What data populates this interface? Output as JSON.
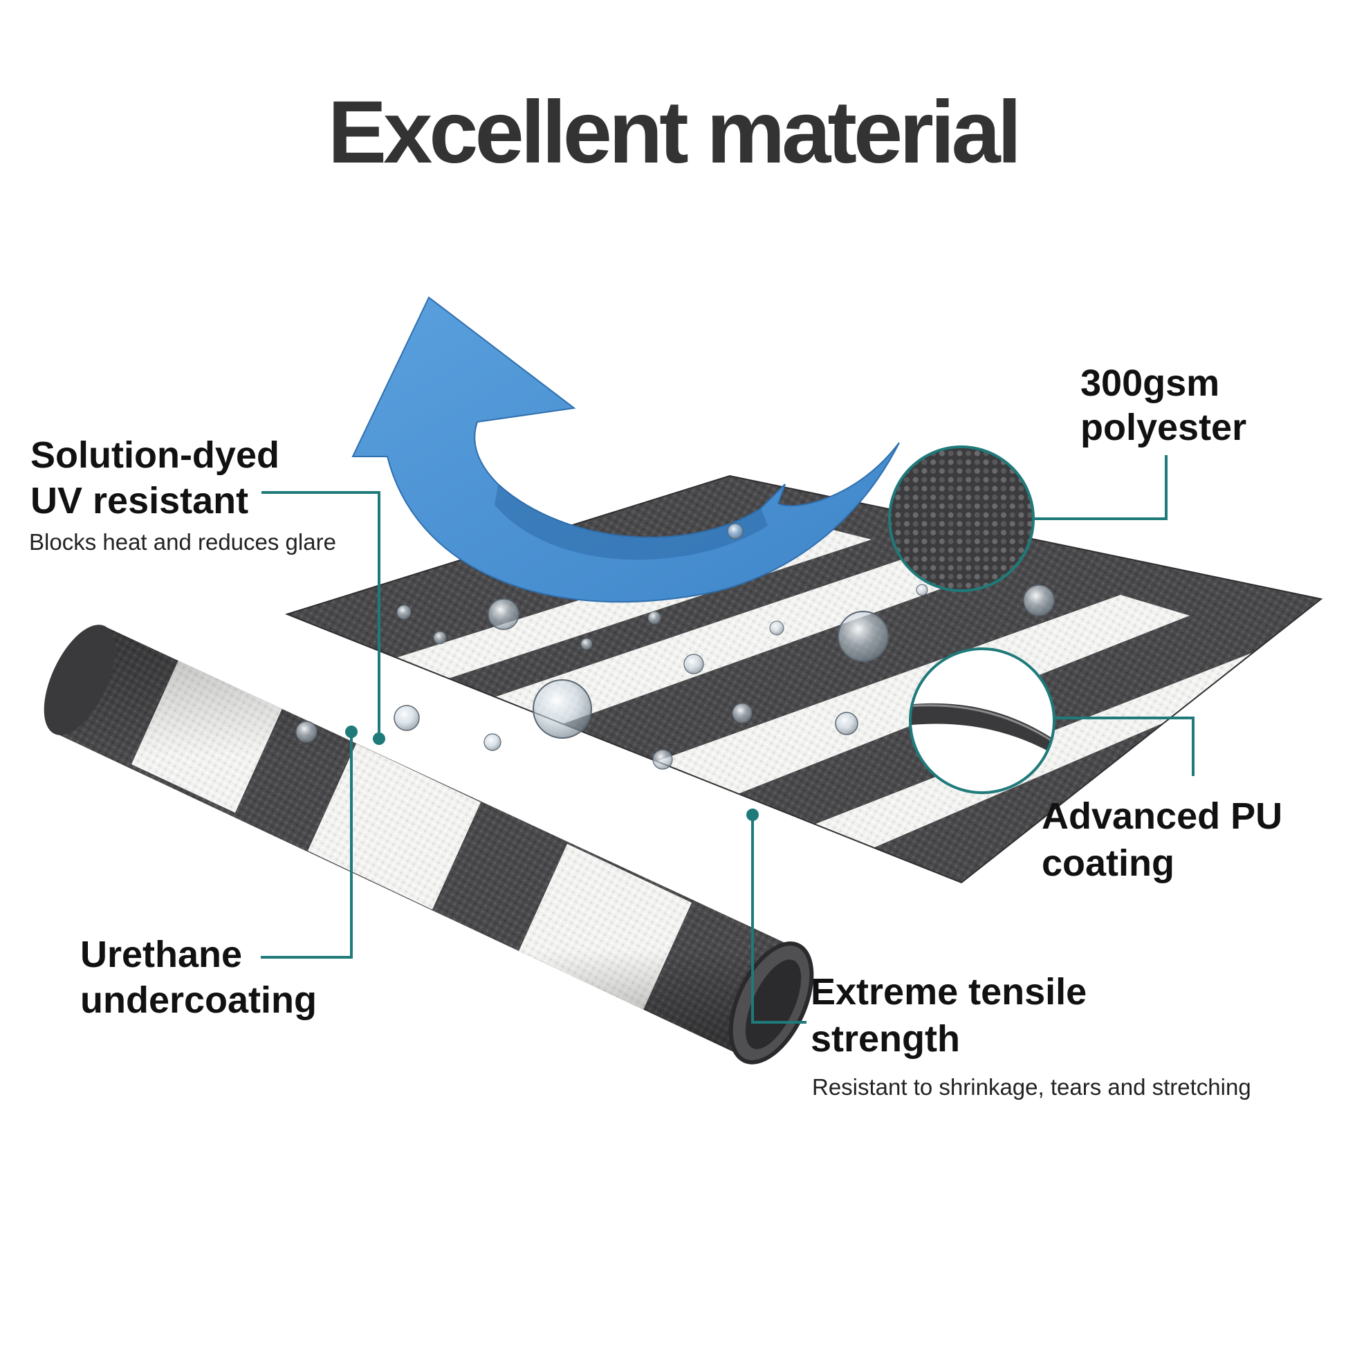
{
  "headline": "Excellent material",
  "features": {
    "solution_dyed": {
      "line1": "Solution-dyed",
      "line2": "UV resistant",
      "description": "Blocks heat and reduces glare"
    },
    "polyester": {
      "line1": "300gsm",
      "line2": "polyester"
    },
    "pu_coating": {
      "line1": "Advanced PU",
      "line2": "coating"
    },
    "urethane": {
      "line1": "Urethane",
      "line2": "undercoating"
    },
    "tensile": {
      "line1": "Extreme tensile",
      "line2": "strength",
      "description": "Resistant to shrinkage, tears and stretching"
    }
  },
  "colors": {
    "accent_teal": "#1f7a7a",
    "fabric_dark": "#4a4a4c",
    "fabric_light": "#f4f4f2",
    "arrow_blue": "#4f95d6",
    "headline": "#333333"
  }
}
